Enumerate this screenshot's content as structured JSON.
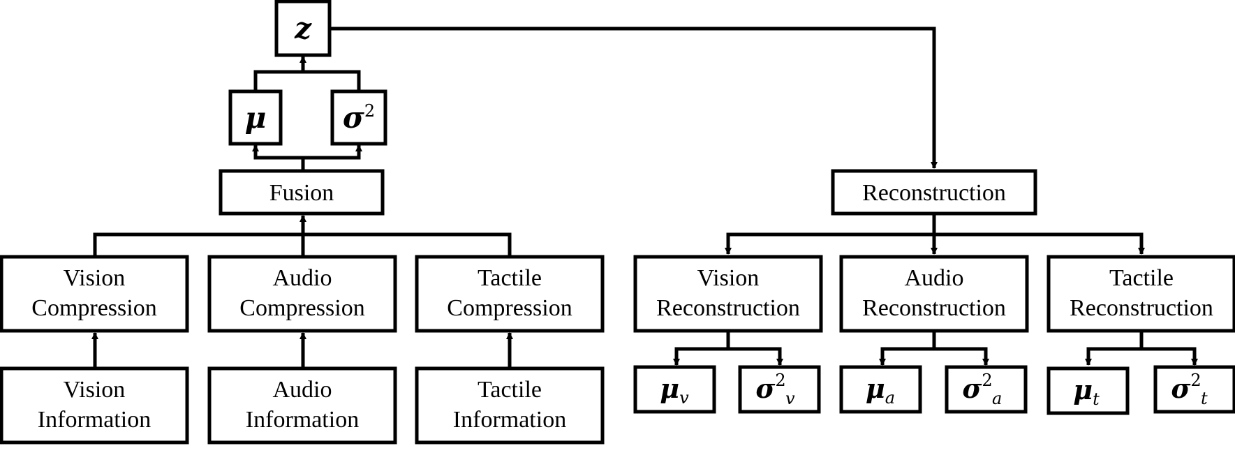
{
  "encoder": {
    "latent": {
      "symbol": "z"
    },
    "mu": {
      "symbol": "μ"
    },
    "sigma": {
      "symbol": "σ",
      "superscript": "2"
    },
    "fusion": {
      "label": "Fusion"
    },
    "compression": [
      {
        "line1": "Vision",
        "line2": "Compression"
      },
      {
        "line1": "Audio",
        "line2": "Compression"
      },
      {
        "line1": "Tactile",
        "line2": "Compression"
      }
    ],
    "information": [
      {
        "line1": "Vision",
        "line2": "Information"
      },
      {
        "line1": "Audio",
        "line2": "Information"
      },
      {
        "line1": "Tactile",
        "line2": "Information"
      }
    ]
  },
  "decoder": {
    "reconstruction": {
      "label": "Reconstruction"
    },
    "branches": [
      {
        "line1": "Vision",
        "line2": "Reconstruction",
        "mu": {
          "symbol": "μ",
          "sub": "v"
        },
        "sigma": {
          "symbol": "σ",
          "sup": "2",
          "sub": "v"
        }
      },
      {
        "line1": "Audio",
        "line2": "Reconstruction",
        "mu": {
          "symbol": "μ",
          "sub": "a"
        },
        "sigma": {
          "symbol": "σ",
          "sup": "2",
          "sub": "a"
        }
      },
      {
        "line1": "Tactile",
        "line2": "Reconstruction",
        "mu": {
          "symbol": "μ",
          "sub": "t"
        },
        "sigma": {
          "symbol": "σ",
          "sup": "2",
          "sub": "t"
        }
      }
    ]
  }
}
